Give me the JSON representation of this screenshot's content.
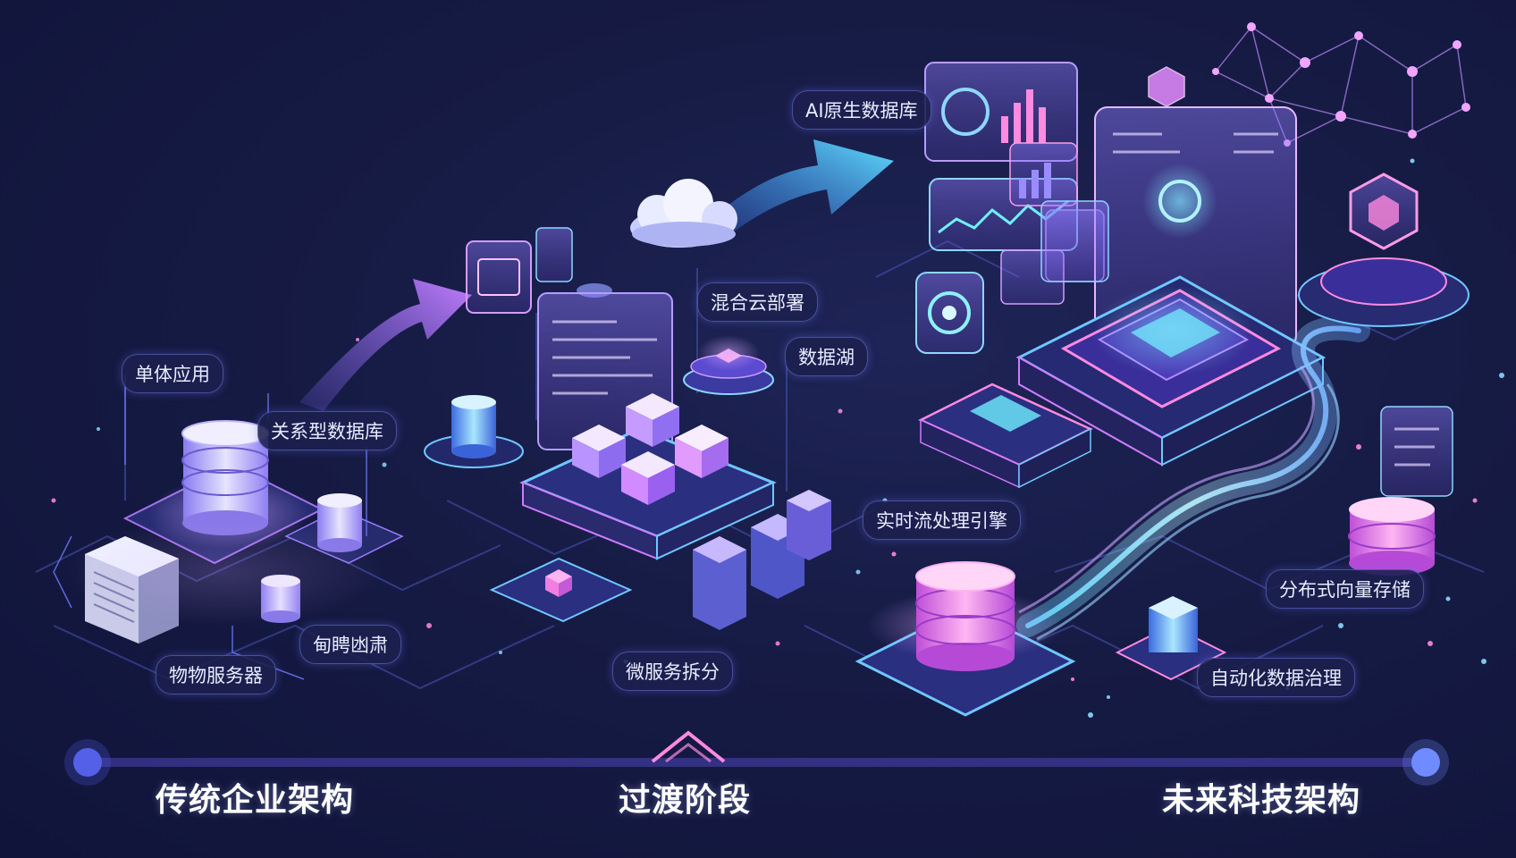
{
  "labels": {
    "monolith": "单体应用",
    "relational_db": "关系型数据库",
    "physical_server": "物物服务器",
    "garbled": "甸䀻凼肃",
    "hybrid_cloud": "混合云部署",
    "data_lake": "数据湖",
    "microservices": "微服务拆分",
    "ai_db": "AI原生数据库",
    "stream_engine": "实时流处理引擎",
    "vector_storage": "分布式向量存储",
    "data_governance": "自动化数据治理"
  },
  "timeline": {
    "stages": [
      "传统企业架构",
      "过渡阶段",
      "未来科技架构"
    ]
  },
  "colors": {
    "background": "#141a3d",
    "accent_cyan": "#5fd4ff",
    "accent_violet": "#b98cff",
    "accent_pink": "#ff7ad9"
  }
}
